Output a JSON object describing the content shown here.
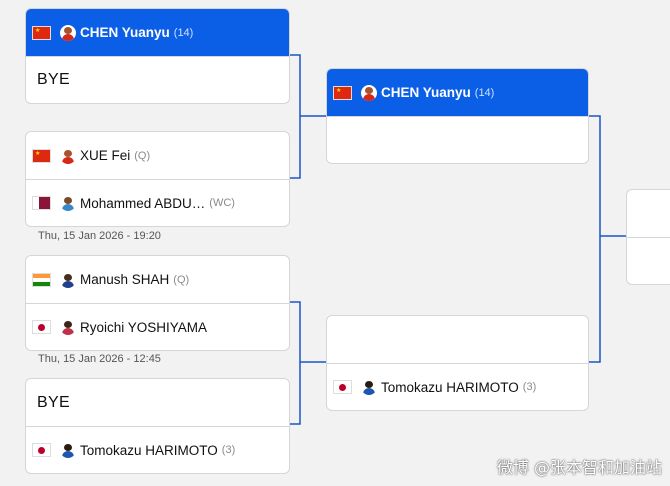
{
  "round1": [
    {
      "top": {
        "name": "CHEN Yuanyu",
        "seed": "(14)",
        "flag": "china"
      },
      "bottom": {
        "bye": "BYE"
      }
    },
    {
      "top": {
        "name": "XUE Fei",
        "seed": "(Q)",
        "flag": "china"
      },
      "bottom": {
        "name": "Mohammed ABDU…",
        "seed": "(WC)",
        "flag": "qatar"
      },
      "date": "Thu, 15 Jan 2026 - 19:20"
    },
    {
      "top": {
        "name": "Manush SHAH",
        "seed": "(Q)",
        "flag": "india"
      },
      "bottom": {
        "name": "Ryoichi YOSHIYAMA",
        "seed": "",
        "flag": "japan"
      },
      "date": "Thu, 15 Jan 2026 - 12:45"
    },
    {
      "top": {
        "bye": "BYE"
      },
      "bottom": {
        "name": "Tomokazu HARIMOTO",
        "seed": "(3)",
        "flag": "japan"
      }
    }
  ],
  "round2": [
    {
      "top": {
        "name": "CHEN Yuanyu",
        "seed": "(14)",
        "flag": "china"
      }
    },
    {
      "bottom": {
        "name": "Tomokazu HARIMOTO",
        "seed": "(3)",
        "flag": "japan"
      }
    }
  ],
  "colors": {
    "accent": "#0b5ee6",
    "connector": "#1a56c4"
  },
  "watermark": "微博 @张本智和加油站"
}
